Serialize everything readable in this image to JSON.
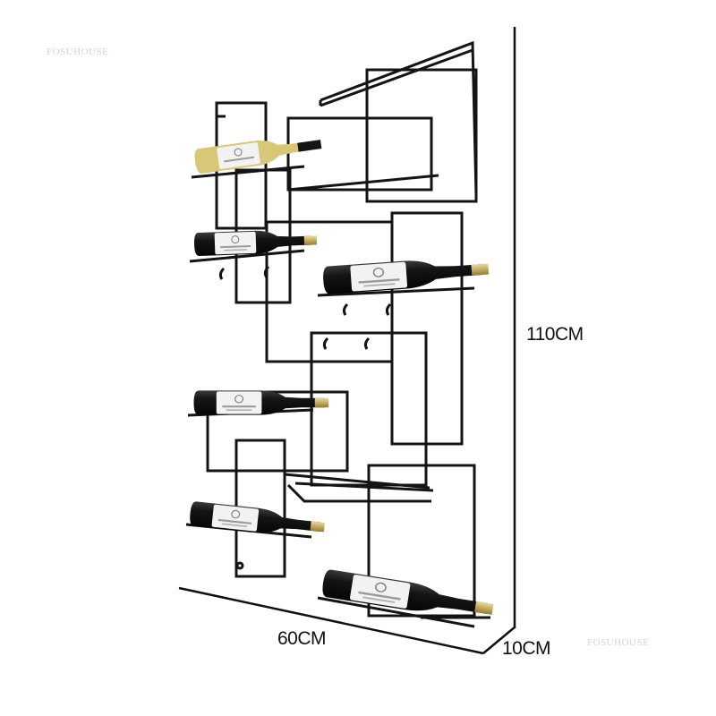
{
  "watermarks": {
    "top": "FOSUHOUSE",
    "bottom": "FOSUHOUSE"
  },
  "dimensions": {
    "height": "110CM",
    "width": "60CM",
    "depth": "10CM"
  },
  "colors": {
    "frame": "#141414",
    "bottle": "#151515",
    "label": "#f2f2f2",
    "gold": "#b8962e",
    "measure": "#111111"
  }
}
